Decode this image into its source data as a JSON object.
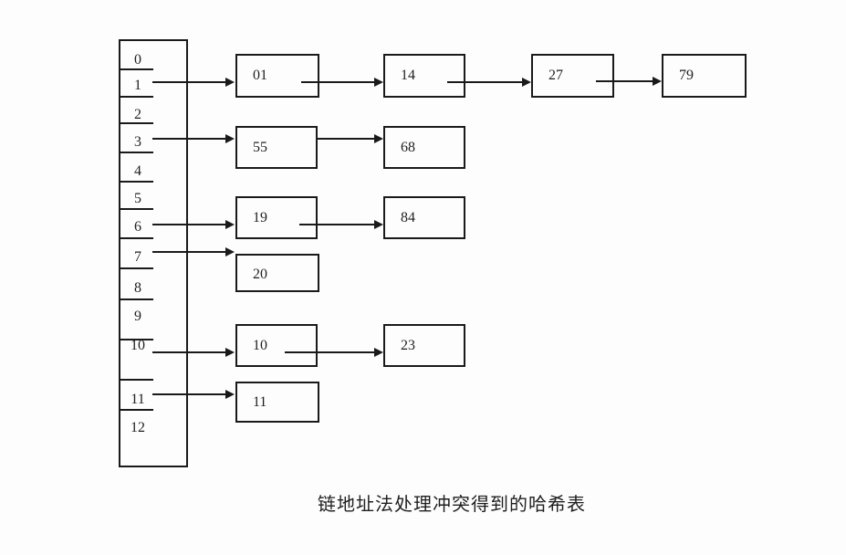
{
  "caption": {
    "text": "链地址法处理冲突得到的哈希表"
  },
  "colors": {
    "line": "#1a1a1a",
    "text": "#1f1f1f",
    "background": "#fdfdfd"
  },
  "hash_table": {
    "slot_count": 13,
    "slots": [
      {
        "label": "0"
      },
      {
        "label": "1"
      },
      {
        "label": "2"
      },
      {
        "label": "3"
      },
      {
        "label": "4"
      },
      {
        "label": "5"
      },
      {
        "label": "6"
      },
      {
        "label": "7"
      },
      {
        "label": "8"
      },
      {
        "label": "9"
      },
      {
        "label": "10"
      },
      {
        "label": "11"
      },
      {
        "label": "12"
      }
    ]
  },
  "chains": [
    {
      "slot": "1",
      "nodes": [
        "01",
        "14",
        "27",
        "79"
      ]
    },
    {
      "slot": "3",
      "nodes": [
        "55",
        "68"
      ]
    },
    {
      "slot": "6",
      "nodes": [
        "19",
        "84"
      ]
    },
    {
      "slot": "7",
      "nodes": [
        "20"
      ]
    },
    {
      "slot": "10",
      "nodes": [
        "10",
        "23"
      ]
    },
    {
      "slot": "11",
      "nodes": [
        "11"
      ]
    }
  ]
}
